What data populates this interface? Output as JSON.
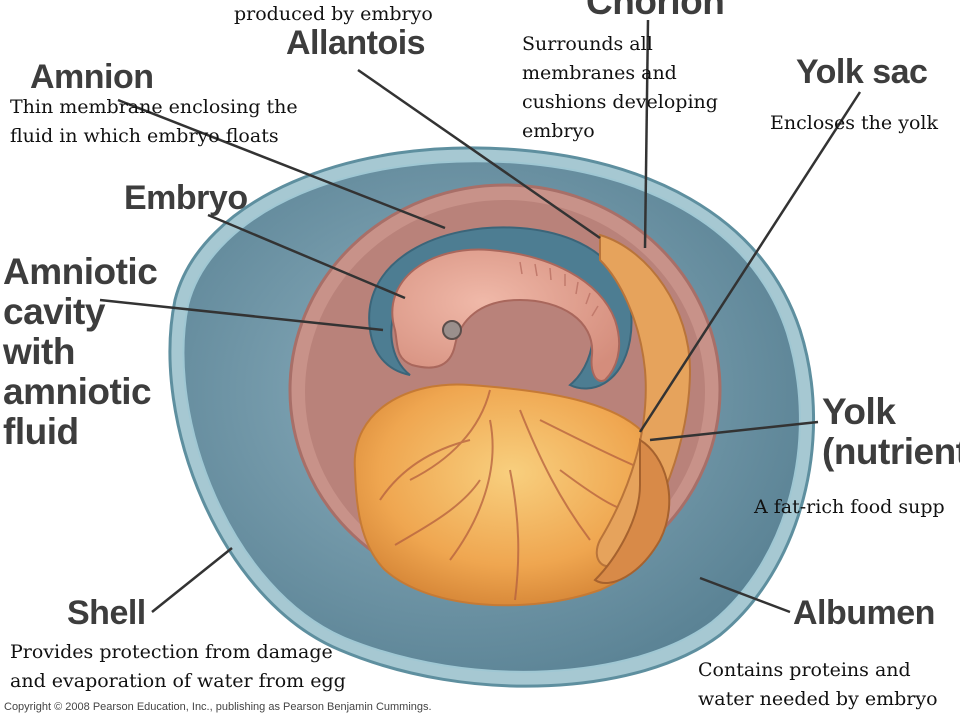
{
  "title_fragment": "produced by embryo",
  "labels": {
    "chorion": "Chorion",
    "allantois": "Allantois",
    "amnion": "Amnion",
    "yolk_sac": "Yolk sac",
    "embryo": "Embryo",
    "amniotic_cavity": [
      "Amniotic",
      "cavity",
      "with",
      "amniotic",
      "fluid"
    ],
    "yolk": [
      "Yolk",
      "(nutrients"
    ],
    "shell": "Shell",
    "albumen": "Albumen"
  },
  "descriptions": {
    "chorion": [
      "Surrounds all",
      "membranes and",
      "cushions developing",
      "embryo"
    ],
    "amnion": [
      "Thin membrane enclosing the",
      "fluid in which embryo floats"
    ],
    "yolk_sac": "Encloses the yolk",
    "yolk": "A fat-rich food supp",
    "shell": [
      "Provides protection from damage",
      "and evaporation of water from egg"
    ],
    "albumen": [
      "Contains proteins and",
      "water needed by embryo"
    ]
  },
  "copyright": "Copyright © 2008 Pearson Education, Inc., publishing as Pearson Benjamin Cummings.",
  "colors": {
    "shell": "#86b5c2",
    "albumen": "#6f94a5",
    "chorion": "#c9978f",
    "amnion": "#4d7d92",
    "embryo": "#e1a293",
    "yolk": "#f0a955",
    "label_text": "#3d3d3d"
  }
}
